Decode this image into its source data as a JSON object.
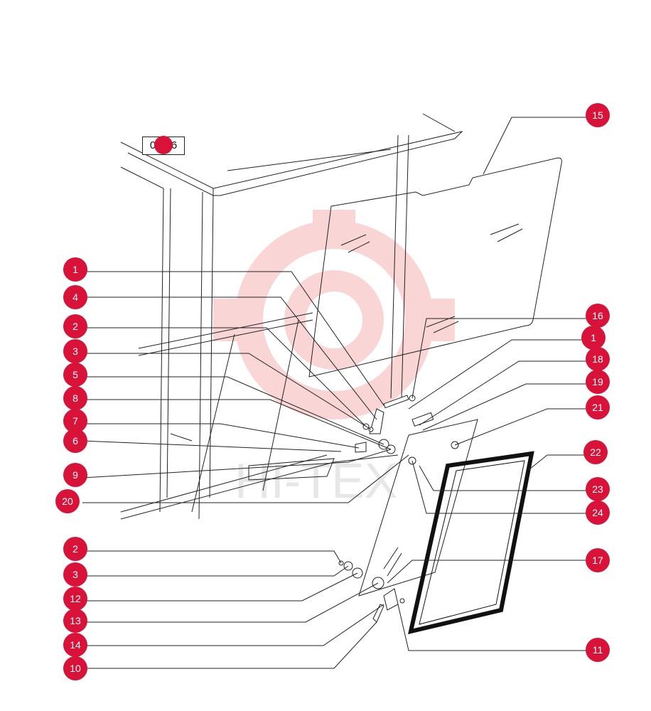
{
  "reference": {
    "page": "09-36",
    "callout": ""
  },
  "watermark": {
    "text": "HI-TEX"
  },
  "colors": {
    "callout": "#d9123a",
    "line": "#111111",
    "watermark": "#f4b5b5"
  },
  "callouts": [
    "1",
    "4",
    "2",
    "3",
    "5",
    "8",
    "7",
    "6",
    "9",
    "20",
    "2",
    "3",
    "12",
    "13",
    "14",
    "10",
    "15",
    "16",
    "1",
    "18",
    "19",
    "21",
    "22",
    "23",
    "24",
    "17",
    "11"
  ]
}
